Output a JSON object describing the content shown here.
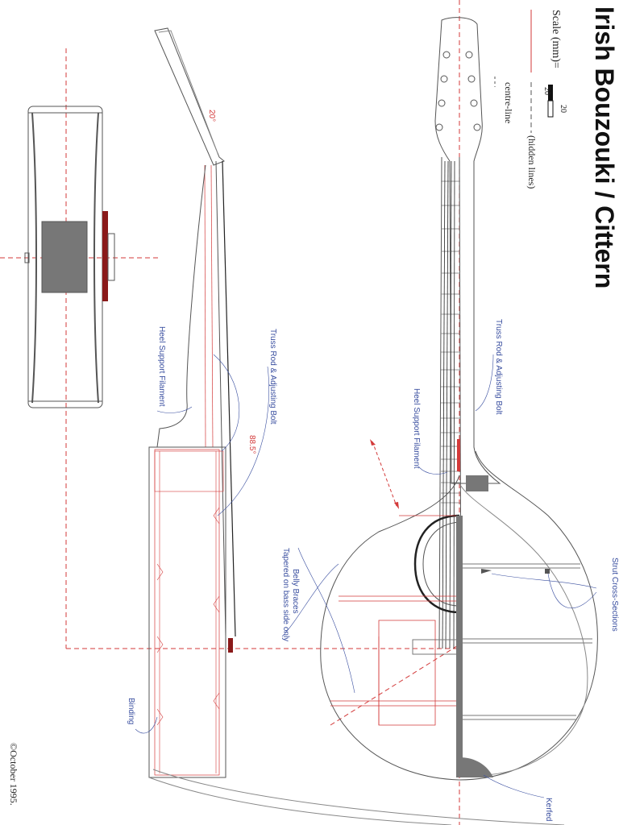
{
  "title": "Irish Bouzouki / Cittern",
  "legend": {
    "scale_label": "Scale (mm)=",
    "scale_value_top": "20",
    "scale_value_bottom": "20",
    "hidden_lines": "(hidden lines)",
    "centre_line": "centre-line"
  },
  "annotations": {
    "truss_rod_front": "Truss Rod & Adjusting Bolt",
    "heel_support_front": "Heel Support Filament",
    "strut_cross_sections": "Strut Cross-Sections",
    "belly_braces_1": "Belly Braces",
    "belly_braces_2": "Tapered on bass side only",
    "kerfed": "Kerfed",
    "truss_rod_side": "Truss Rod & Adjusting Bolt",
    "heel_support_side": "Heel Support Filament",
    "binding": "Binding"
  },
  "angles": {
    "headstock": "20°",
    "neck": "88.5°"
  },
  "copyright": "©October 1995.",
  "colors": {
    "ink": "#555555",
    "red": "#d33a3a",
    "blue": "#3a4fa0",
    "fill": "#777777",
    "dark_red": "#8a1a1a"
  }
}
